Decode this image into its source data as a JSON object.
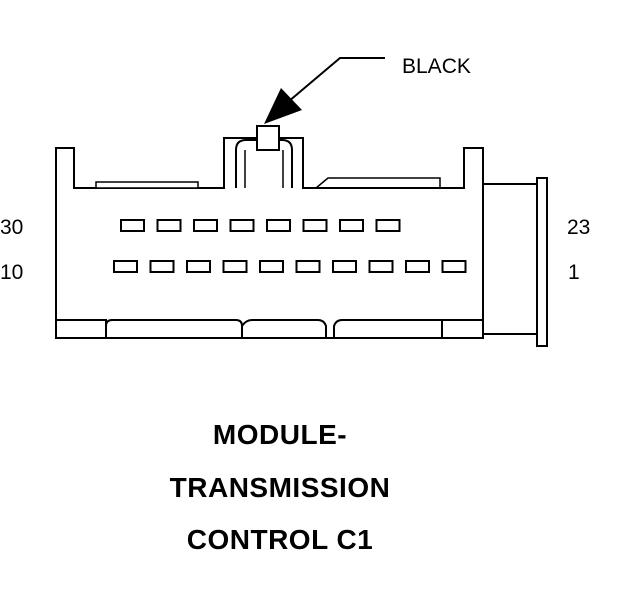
{
  "connector": {
    "color_label": "BLACK",
    "pin_labels": {
      "top_left": "30",
      "bottom_left": "10",
      "top_right": "23",
      "bottom_right": "1"
    },
    "top_row_pin_count": 8,
    "bottom_row_pin_count": 10
  },
  "title": {
    "line1": "MODULE-",
    "line2": "TRANSMISSION",
    "line3": "CONTROL C1"
  },
  "colors": {
    "line": "#000000",
    "background": "#ffffff"
  }
}
